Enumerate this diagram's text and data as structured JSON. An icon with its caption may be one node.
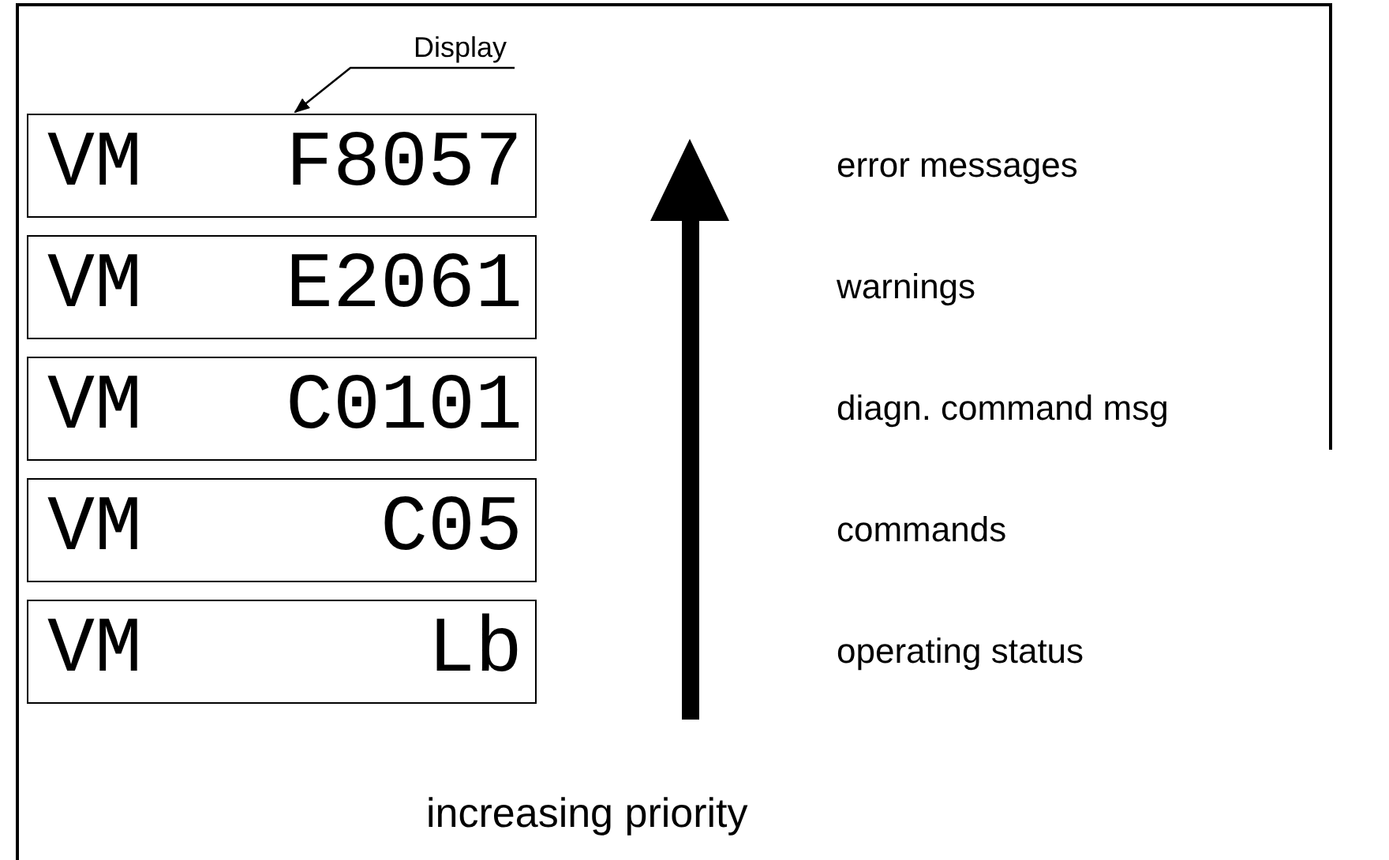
{
  "diagram": {
    "nodes": [
      {
        "text": [
          "Display"
        ]
      },
      {
        "text": [
          "VM",
          "F8057"
        ]
      },
      {
        "text": [
          "VM",
          "E2061"
        ]
      },
      {
        "text": [
          "VM",
          "C0101"
        ]
      },
      {
        "text": [
          "VM",
          "C05"
        ]
      },
      {
        "text": [
          "VM",
          "Lb"
        ]
      }
    ],
    "edges": [
      {
        "from": 0,
        "to": 1,
        "arrow": "to"
      }
    ],
    "labels": [
      "error messages",
      "warnings",
      "diagn. command msg",
      "commands",
      "operating status",
      "increasing priority"
    ]
  }
}
